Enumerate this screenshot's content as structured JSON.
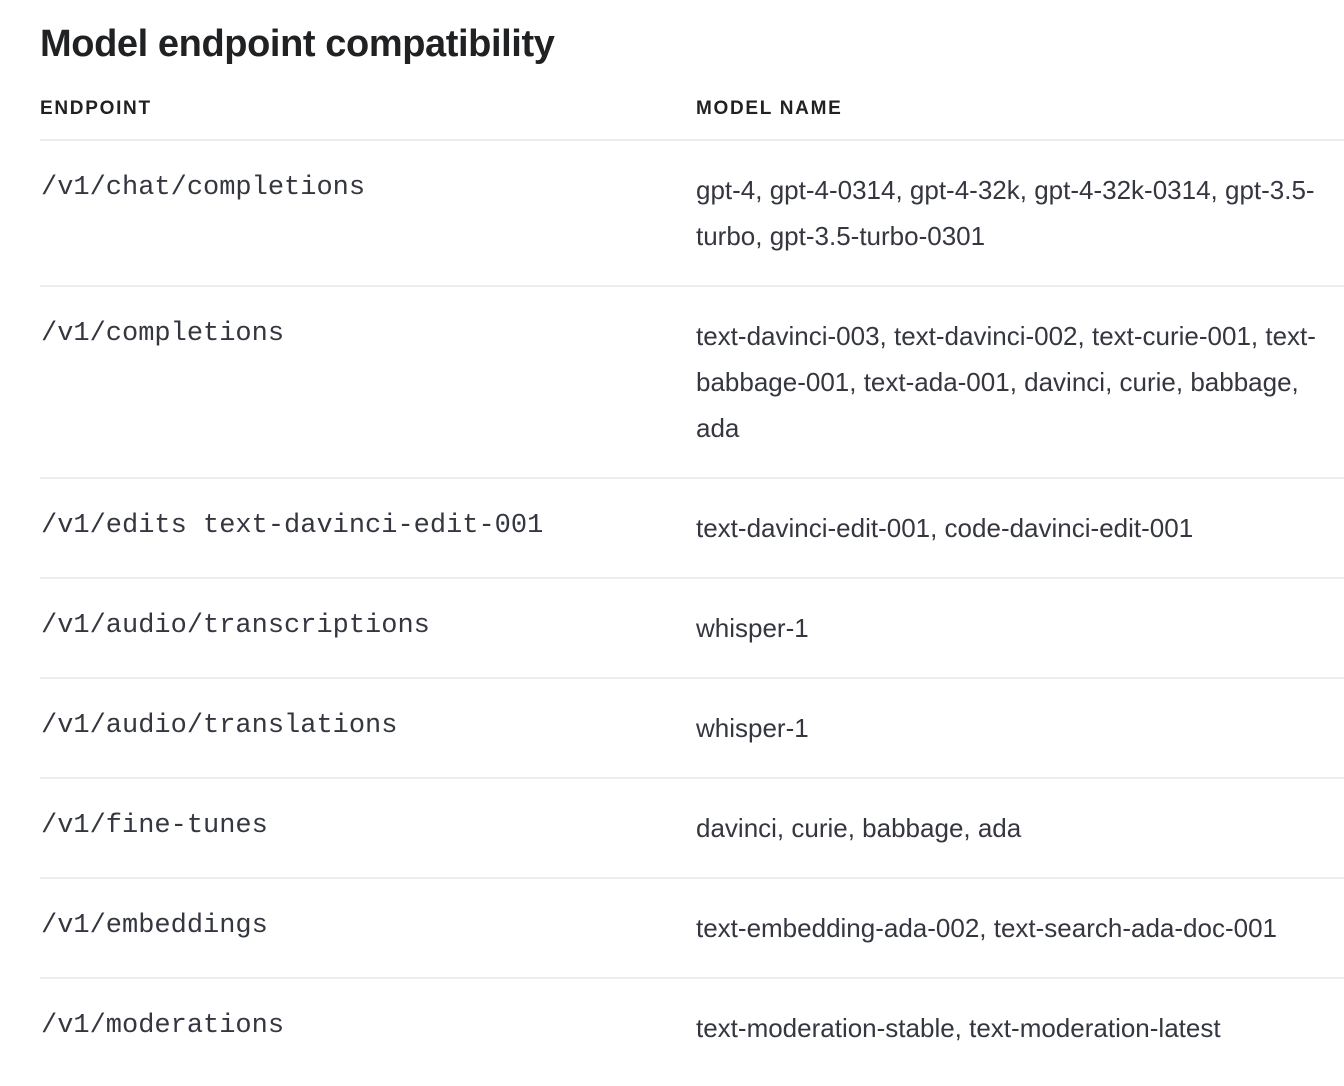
{
  "page": {
    "title": "Model endpoint compatibility"
  },
  "table": {
    "columns": [
      {
        "key": "endpoint",
        "label": "ENDPOINT"
      },
      {
        "key": "model_name",
        "label": "MODEL NAME"
      }
    ],
    "rows": [
      {
        "endpoint": "/v1/chat/completions",
        "model_name": "gpt-4, gpt-4-0314, gpt-4-32k, gpt-4-32k-0314, gpt-3.5-turbo, gpt-3.5-turbo-0301"
      },
      {
        "endpoint": "/v1/completions",
        "model_name": "text-davinci-003, text-davinci-002, text-curie-001, text-babbage-001, text-ada-001, davinci, curie, babbage, ada"
      },
      {
        "endpoint": "/v1/edits text-davinci-edit-001",
        "model_name": "text-davinci-edit-001, code-davinci-edit-001"
      },
      {
        "endpoint": "/v1/audio/transcriptions",
        "model_name": "whisper-1"
      },
      {
        "endpoint": "/v1/audio/translations",
        "model_name": "whisper-1"
      },
      {
        "endpoint": "/v1/fine-tunes",
        "model_name": "davinci, curie, babbage, ada"
      },
      {
        "endpoint": "/v1/embeddings",
        "model_name": "text-embedding-ada-002, text-search-ada-doc-001"
      },
      {
        "endpoint": "/v1/moderations",
        "model_name": "text-moderation-stable, text-moderation-latest"
      }
    ]
  },
  "colors": {
    "page_background": "#ffffff",
    "title_text": "#202123",
    "body_text": "#353740",
    "divider": "#ececf1"
  }
}
